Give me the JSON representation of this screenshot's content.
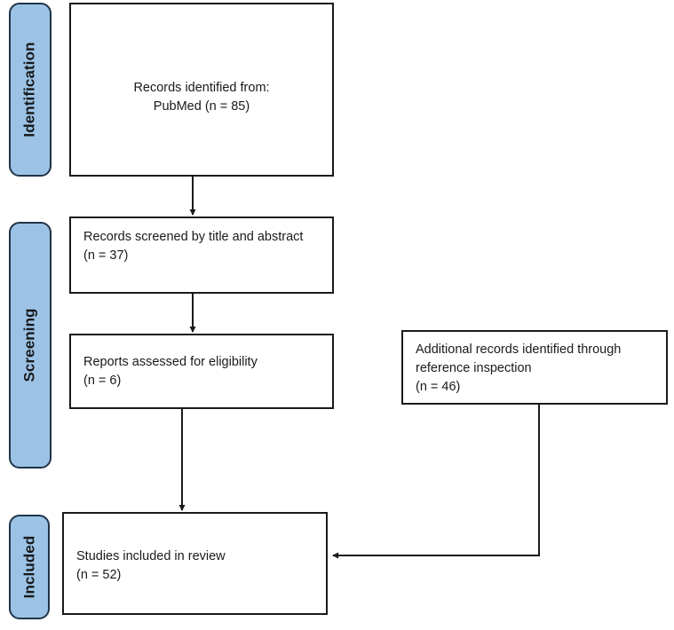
{
  "diagram": {
    "title": "PRISMA flow diagram",
    "type": "flowchart",
    "accent_blue": "#9cc3e5",
    "badge_border": "#1f3448",
    "box_border": "#1a1a1a",
    "line_color": "#1a1a1a",
    "background": "#ffffff"
  },
  "stages": [
    {
      "id": "identification",
      "label": "Identification"
    },
    {
      "id": "screening",
      "label": "Screening"
    },
    {
      "id": "included",
      "label": "Included"
    }
  ],
  "boxes": [
    {
      "id": "records-identified",
      "text": "Records identified from:\nPubMed (n = 85)",
      "align": "center",
      "count_label": "n = 85",
      "count": 85,
      "source": "PubMed"
    },
    {
      "id": "records-screened",
      "text": "Records screened by title and abstract\n(n = 37)",
      "align": "left",
      "count_label": "(n = 37)",
      "count": 37
    },
    {
      "id": "reports-assessed",
      "text": "Reports assessed for eligibility\n(n = 6)",
      "align": "left",
      "count_label": "(n = 6)",
      "count": 6
    },
    {
      "id": "additional-records",
      "text": "Additional records identified through reference inspection\n(n = 46)",
      "align": "left",
      "count_label": "(n = 46)",
      "count": 46
    },
    {
      "id": "studies-included",
      "text": "Studies included in review\n(n = 52)",
      "align": "left",
      "count_label": "(n = 52)",
      "count": 52
    }
  ],
  "connectors": [
    {
      "id": "identified-to-screened",
      "from": "records-identified",
      "to": "records-screened",
      "direction": "down"
    },
    {
      "id": "screened-to-assessed",
      "from": "records-screened",
      "to": "reports-assessed",
      "direction": "down"
    },
    {
      "id": "assessed-to-included",
      "from": "reports-assessed",
      "to": "studies-included",
      "direction": "down"
    },
    {
      "id": "additional-to-included",
      "from": "additional-records",
      "to": "studies-included",
      "direction": "down-then-left"
    }
  ]
}
